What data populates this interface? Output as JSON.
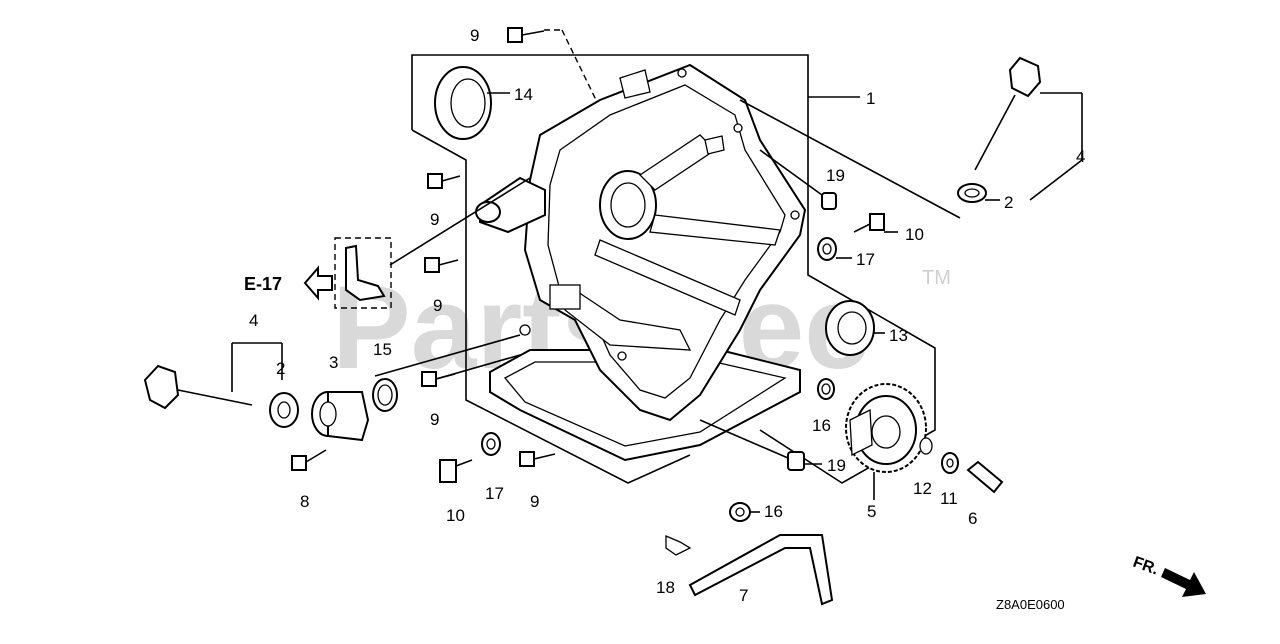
{
  "watermark": {
    "text": "PartsTree",
    "tm": "TM"
  },
  "diagram_code": "Z8A0E0600",
  "ref_label": "E-17",
  "front_label": "FR.",
  "callouts": [
    {
      "id": "c1",
      "label": "1"
    },
    {
      "id": "c2a",
      "label": "2"
    },
    {
      "id": "c2b",
      "label": "2"
    },
    {
      "id": "c3",
      "label": "3"
    },
    {
      "id": "c4a",
      "label": "4"
    },
    {
      "id": "c4b",
      "label": "4"
    },
    {
      "id": "c5",
      "label": "5"
    },
    {
      "id": "c6",
      "label": "6"
    },
    {
      "id": "c7",
      "label": "7"
    },
    {
      "id": "c8",
      "label": "8"
    },
    {
      "id": "c9a",
      "label": "9"
    },
    {
      "id": "c9b",
      "label": "9"
    },
    {
      "id": "c9c",
      "label": "9"
    },
    {
      "id": "c9d",
      "label": "9"
    },
    {
      "id": "c9e",
      "label": "9"
    },
    {
      "id": "c10a",
      "label": "10"
    },
    {
      "id": "c10b",
      "label": "10"
    },
    {
      "id": "c11",
      "label": "11"
    },
    {
      "id": "c12",
      "label": "12"
    },
    {
      "id": "c13",
      "label": "13"
    },
    {
      "id": "c14",
      "label": "14"
    },
    {
      "id": "c15",
      "label": "15"
    },
    {
      "id": "c16a",
      "label": "16"
    },
    {
      "id": "c16b",
      "label": "16"
    },
    {
      "id": "c17a",
      "label": "17"
    },
    {
      "id": "c17b",
      "label": "17"
    },
    {
      "id": "c18",
      "label": "18"
    },
    {
      "id": "c19a",
      "label": "19"
    },
    {
      "id": "c19b",
      "label": "19"
    }
  ]
}
